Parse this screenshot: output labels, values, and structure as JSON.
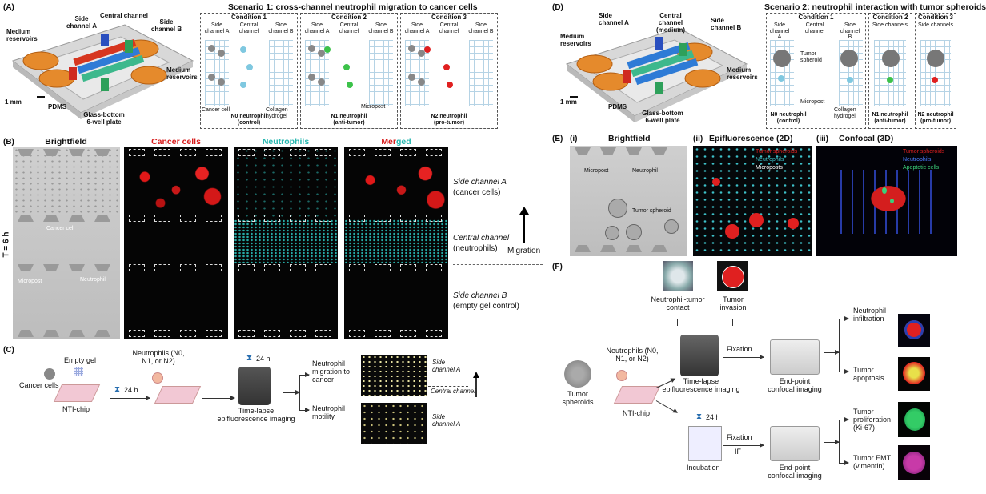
{
  "panels": {
    "A": {
      "label": "(A)",
      "title": "Scenario 1: cross-channel neutrophil migration to cancer cells",
      "chip_labels": {
        "side_a": "Side channel A",
        "central": "Central channel",
        "side_b": "Side channel B",
        "medium_left": "Medium reservoirs",
        "medium_right": "Medium reservoirs",
        "scale": "1 mm",
        "pdms": "PDMS",
        "plate": "Glass-bottom 6-well plate"
      },
      "conditions": [
        {
          "title": "Condition 1",
          "cols": [
            "Side channel A",
            "Central channel",
            "Side channel B"
          ],
          "notes": [
            "Cancer cell",
            "Collagen hydrogel"
          ],
          "caption": "N0 neutrophil (control)",
          "color": "#7fc8e0"
        },
        {
          "title": "Condition 2",
          "cols": [
            "Side channel A",
            "Central channel",
            "Side channel B"
          ],
          "notes": [
            "Micropost"
          ],
          "caption": "N1 neutrophil (anti-tumor)",
          "color": "#3cc24a"
        },
        {
          "title": "Condition 3",
          "cols": [
            "Side channel A",
            "Central channel",
            "Side channel B"
          ],
          "notes": [],
          "caption": "N2 neutrophil (pro-tumor)",
          "color": "#e02020"
        }
      ]
    },
    "B": {
      "label": "(B)",
      "columns": [
        {
          "title": "Brightfield",
          "color": "#111111"
        },
        {
          "title": "Cancer cells",
          "color": "#d81c1c"
        },
        {
          "title": "Neutrophils",
          "color": "#27b7b0"
        },
        {
          "title_a": "Mer",
          "title_b": "ged",
          "color_a": "#d81c1c",
          "color_b": "#27b7b0"
        }
      ],
      "time": "T = 6 h",
      "bf_notes": [
        "Cancer cell",
        "Micropost",
        "Neutrophil"
      ],
      "channels": [
        {
          "name": "Side channel A",
          "sub": "(cancer cells)"
        },
        {
          "name": "Central channel",
          "sub": "(neutrophils)"
        },
        {
          "name": "Side channel B",
          "sub": "(empty gel control)"
        }
      ],
      "migration": "Migration"
    },
    "C": {
      "label": "(C)",
      "cancer": "Cancer cells",
      "empty_gel": "Empty gel",
      "time1": "24 h",
      "neutrophils": "Neutrophils (N0, N1, or N2)",
      "chip": "NTI-chip",
      "time2": "24 h",
      "imaging": "Time-lapse epifluorescence imaging",
      "out1": "Neutrophil migration to cancer",
      "out2": "Neutrophil motility",
      "img1_a": "Side channel A",
      "img1_b": "Central channel",
      "img2_a": "Side channel A"
    },
    "D": {
      "label": "(D)",
      "title": "Scenario 2: neutrophil interaction with tumor spheroids",
      "chip_labels": {
        "side_a": "Side channel A",
        "central": "Central channel (medium)",
        "side_b": "Side channel B",
        "medium_left": "Medium reservoirs",
        "medium_right": "Medium reservoirs",
        "scale": "1 mm",
        "pdms": "PDMS",
        "plate": "Glass-bottom 6-well plate"
      },
      "cond1": {
        "title": "Condition 1",
        "cols": [
          "Side channel A",
          "Central channel",
          "Side channel B"
        ],
        "notes": [
          "Tumor spheroid",
          "Micropost",
          "Collagen hydrogel"
        ],
        "caption": "N0 neutrophil (control)"
      },
      "cond2": {
        "title": "Condition 2",
        "sub": "Side channels",
        "caption": "N1 neutrophil (anti-tumor)"
      },
      "cond3": {
        "title": "Condition 3",
        "sub": "Side channels",
        "caption": "N2 neutrophil (pro-tumor)"
      }
    },
    "E": {
      "label": "(E)",
      "i": {
        "num": "(i)",
        "title": "Brightfield",
        "notes": [
          "Micropost",
          "Neutrophil",
          "Tumor spheroid"
        ]
      },
      "ii": {
        "num": "(ii)",
        "title": "Epifluorescence (2D)",
        "legend": [
          "Tumor spheroids",
          "Neutrophils",
          "Microposts"
        ],
        "legend_colors": [
          "#e02020",
          "#3dc0c8",
          "#ffffff"
        ]
      },
      "iii": {
        "num": "(iii)",
        "title": "Confocal (3D)",
        "legend": [
          "Tumor spheroids",
          "Neutrophils",
          "Apoptotic cells"
        ],
        "legend_colors": [
          "#e02020",
          "#4a7cff",
          "#3cd07a"
        ]
      }
    },
    "F": {
      "label": "(F)",
      "spheroids": "Tumor spheroids",
      "neutrophils": "Neutrophils (N0, N1, or N2)",
      "chip": "NTI-chip",
      "contact": "Neutrophil-tumor contact",
      "invasion": "Tumor invasion",
      "imaging": "Time-lapse epifluorescence imaging",
      "fixation1": "Fixation",
      "endpoint1": "End-point confocal imaging",
      "infiltration": "Neutrophil infiltration",
      "apoptosis": "Tumor apoptosis",
      "time": "24 h",
      "incubation": "Incubation",
      "fixation2": "Fixation",
      "if": "IF",
      "endpoint2": "End-point confocal imaging",
      "proliferation": "Tumor proliferation (Ki-67)",
      "emt": "Tumor EMT (vimentin)"
    }
  }
}
